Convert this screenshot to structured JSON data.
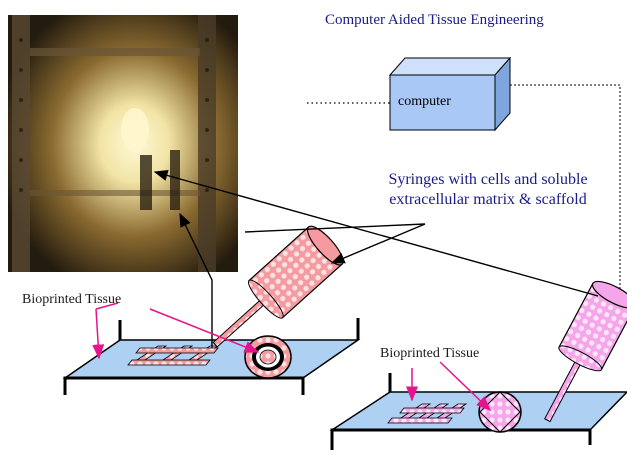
{
  "title": "Computer Aided Tissue Engineering",
  "computer_label": "computer",
  "syringe_description": "Syringes with cells and soluble extracellular matrix & scaffold",
  "tissue_label_left": "Bioprinted Tissue",
  "tissue_label_right": "Bioprinted Tissue",
  "colors": {
    "title_text": "#1a1a8a",
    "computer_box": "#a9c8f5",
    "platform": "#aed0f2",
    "syringe_left": "#f59ba0",
    "syringe_right": "#f5a6ea",
    "arrow_magenta": "#e6148c",
    "photo_glow": "#f2e4a6",
    "photo_dark": "#231b0e"
  }
}
